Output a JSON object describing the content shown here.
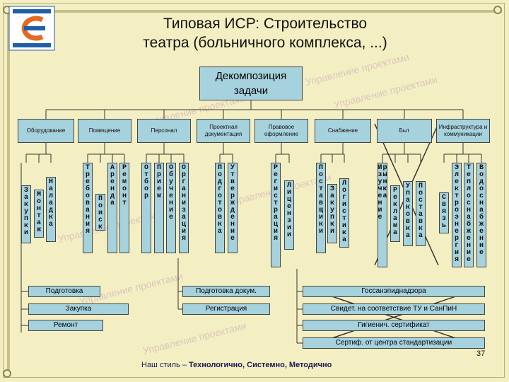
{
  "title_lines": [
    "Типовая ИСР: Строительство",
    "театра (больничного комплекса, ...)"
  ],
  "root_lines": [
    "Декомпозиция",
    "задачи"
  ],
  "categories": [
    "Оборудование",
    "Помещение",
    "Персонал",
    "Проектная документация",
    "Правовое оформление",
    "Снабжение",
    "Быт",
    "Инфраструктура и коммуникации"
  ],
  "subtasks": [
    "Закупки",
    "Монтаж",
    "Наладка",
    "Требования",
    "Поиск",
    "Аренда",
    "Ремонт",
    "Отбор",
    "Прием",
    "Обучение",
    "Организация",
    "Подготовка",
    "Утверждение",
    "Регистрация",
    "Лицензии",
    "Поставщики",
    "Закупки",
    "Логистика",
    "Изучение рынка",
    "Реклама",
    "Упаковка",
    "Поставка",
    "Связь",
    "Электроэнергия",
    "Теплоснабжение",
    "Водоснабжение"
  ],
  "bottom_boxes": [
    "Подготовка",
    "Закупка",
    "Ремонт",
    "Подготовка докум.",
    "Регистрация",
    "Госсанэпиднадзора",
    "Свидет. на соответствие ТУ и СанПиН",
    "Гигиенич. сертификат",
    "Сертиф. от центра стандартизации"
  ],
  "watermark": "Управление проектами",
  "footer": {
    "prefix": "Наш стиль – ",
    "bold": "Технологично, Системно, Методично"
  },
  "page_number": "37",
  "colors": {
    "box_fill": "#a6d2de",
    "background": "#f4efc3",
    "logo_blue": "#1f5fa8",
    "logo_orange": "#e26a22",
    "watermark": "#c9a4b8"
  }
}
